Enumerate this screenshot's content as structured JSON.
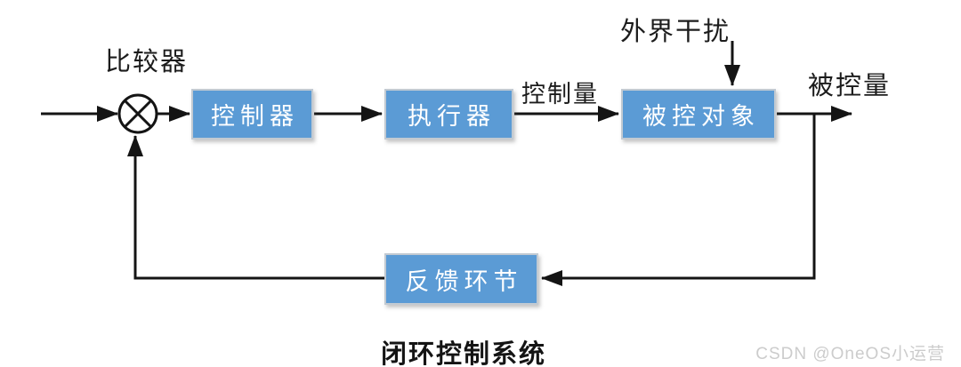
{
  "diagram": {
    "title": "闭环控制系统",
    "nodes": {
      "controller": "控制器",
      "actuator": "执行器",
      "plant": "被控对象",
      "feedback": "反馈环节"
    },
    "labels": {
      "comparator": "比较器",
      "disturbance": "外界干扰",
      "control_quantity": "控制量",
      "controlled_quantity": "被控量"
    },
    "colors": {
      "node_fill": "#5b9bd5",
      "node_text": "#ffffff",
      "line": "#141414",
      "label_text": "#1c1c1c"
    }
  },
  "watermark": {
    "text": "CSDN @OneOS小运营",
    "color": "#cccccc"
  }
}
